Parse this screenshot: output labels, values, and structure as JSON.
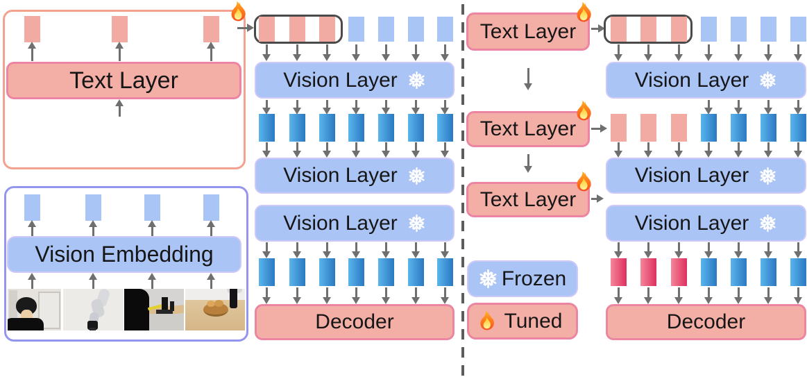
{
  "labels": {
    "text_layer": "Text Layer",
    "vision_layer": "Vision Layer",
    "vision_embedding": "Vision Embedding",
    "decoder": "Decoder",
    "frozen": "Frozen",
    "tuned": "Tuned"
  },
  "icons": {
    "snowflake": "snowflake-icon",
    "flame": "flame-icon"
  },
  "colors": {
    "block-pink": "#f3aea6",
    "block-pink-border": "#ec85a1",
    "block-blue": "#abc4f6",
    "block-blue-border": "#cfc9f9",
    "token-pink": "#f1aba2",
    "token-blue": "#a8c5f5",
    "grad-blue-a": "#5ab5ec",
    "grad-blue-b": "#2a78c1",
    "grad-red-a": "#f4879b",
    "grad-red-b": "#de2f5e",
    "arrow": "#6f6f6f",
    "group-outline": "#4a4a4a",
    "left-box-border": "#f2a28e",
    "bottom-box-border": "#9595ee"
  }
}
